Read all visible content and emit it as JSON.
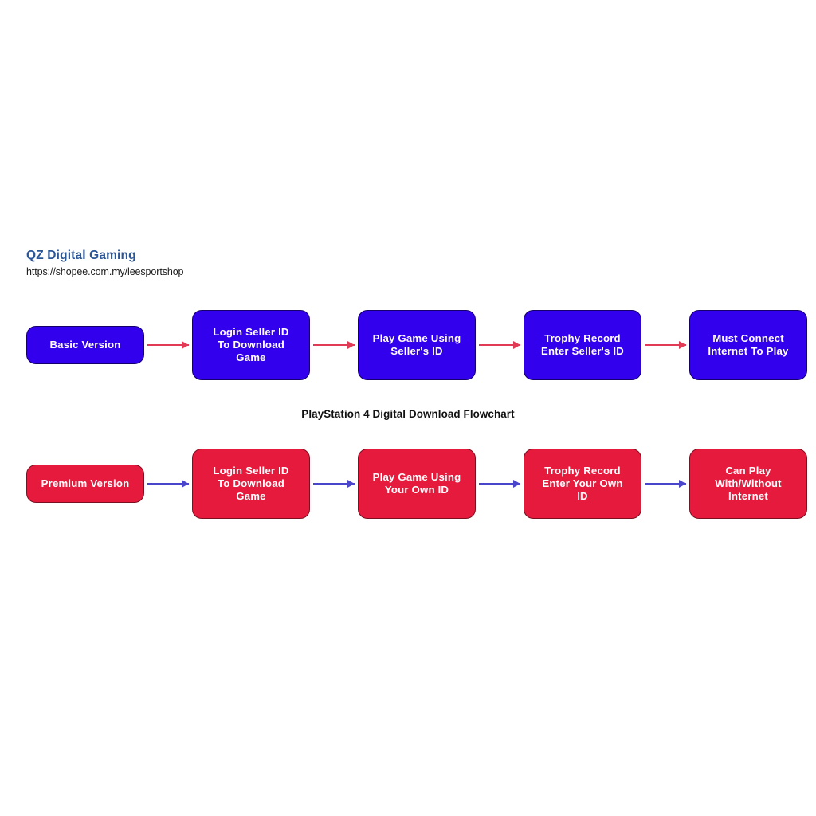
{
  "header": {
    "brand": "QZ Digital Gaming",
    "url": "https://shopee.com.my/leesportshop"
  },
  "caption": "PlayStation 4 Digital Download Flowchart",
  "colors": {
    "brand_blue": "#2b5797",
    "node_blue_fill": "#3300ee",
    "node_blue_border": "#14006b",
    "node_red_fill": "#e51a3c",
    "node_red_border": "#7c0f20",
    "arrow_red": "#e03a54",
    "arrow_blue": "#4a46cc",
    "node_text": "#ffffff",
    "caption_text": "#111111",
    "page_background": "#ffffff"
  },
  "chart_data": {
    "type": "diagram",
    "title": "PlayStation 4 Digital Download Flowchart",
    "layout": "two parallel horizontal flow lanes, 5 nodes each, left-to-right arrows",
    "lanes": [
      {
        "name": "basic",
        "node_fill": "#3300ee",
        "arrow_color": "#e03a54",
        "nodes": [
          "Basic Version",
          "Login Seller ID\nTo Download\nGame",
          "Play Game Using\nSeller's ID",
          "Trophy Record\nEnter Seller's ID",
          "Must Connect\nInternet To Play"
        ]
      },
      {
        "name": "premium",
        "node_fill": "#e51a3c",
        "arrow_color": "#4a46cc",
        "nodes": [
          "Premium Version",
          "Login Seller ID\nTo Download\nGame",
          "Play Game Using\nYour Own ID",
          "Trophy Record\nEnter Your Own\nID",
          "Can Play\nWith/Without\nInternet"
        ]
      }
    ]
  },
  "flow": {
    "basic": {
      "node1": "Basic Version",
      "node2": "Login Seller ID\nTo Download\nGame",
      "node3": "Play Game Using\nSeller's ID",
      "node4": "Trophy Record\nEnter Seller's ID",
      "node5": "Must Connect\nInternet To Play"
    },
    "premium": {
      "node1": "Premium Version",
      "node2": "Login Seller ID\nTo Download\nGame",
      "node3": "Play Game Using\nYour Own ID",
      "node4": "Trophy Record\nEnter Your Own\nID",
      "node5": "Can Play\nWith/Without\nInternet"
    }
  }
}
